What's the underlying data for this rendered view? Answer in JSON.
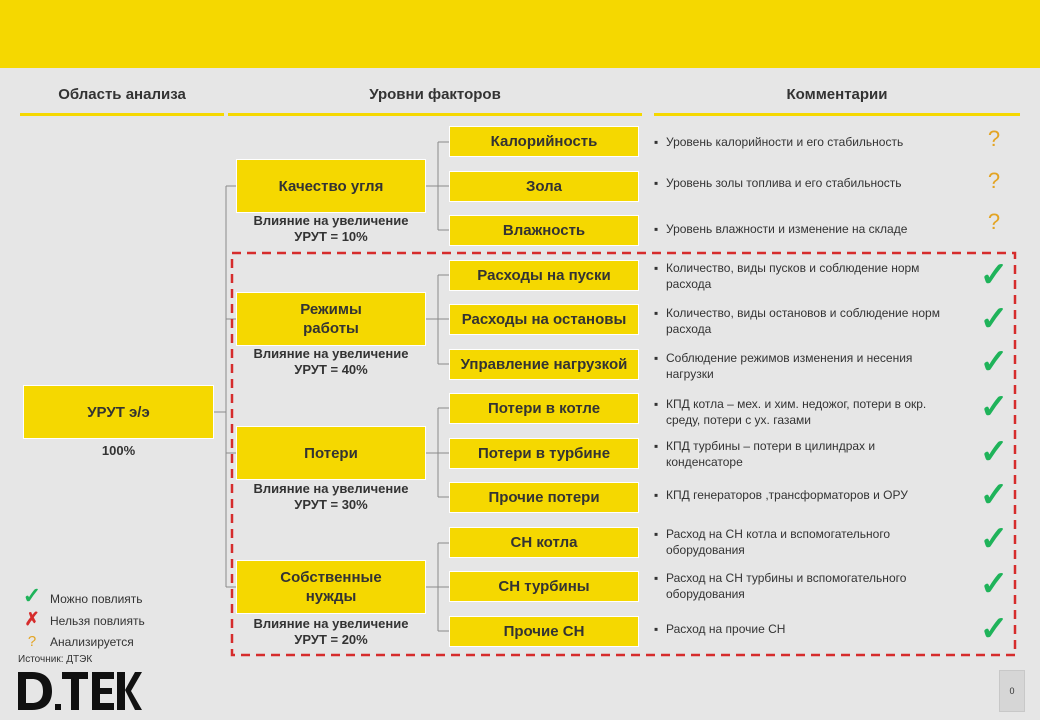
{
  "headers": {
    "area": "Область анализа",
    "levels": "Уровни факторов",
    "comments": "Комментарии"
  },
  "root": {
    "label": "УРУТ э/э",
    "percent": "100%"
  },
  "groups": [
    {
      "label": "Качество угля",
      "impact": "Влияние на увеличение\nУРУТ = 10%"
    },
    {
      "label": "Режимы работы",
      "impact": "Влияние на увеличение\nУРУТ = 40%"
    },
    {
      "label": "Потери",
      "impact": "Влияние на увеличение\nУРУТ = 30%"
    },
    {
      "label": "Собственные нужды",
      "impact": "Влияние на увеличение\nУРУТ = 20%"
    }
  ],
  "factors": [
    {
      "label": "Калорийность",
      "comment": "Уровень калорийности  и его стабильность",
      "status": "?"
    },
    {
      "label": "Зола",
      "comment": "Уровень золы топлива  и его стабильность",
      "status": "?"
    },
    {
      "label": "Влажность",
      "comment": "Уровень влажности  и изменение  на складе",
      "status": "?"
    },
    {
      "label": "Расходы на пуски",
      "comment": "Количество,  виды пусков и соблюдение норм расхода",
      "status": "✓"
    },
    {
      "label": "Расходы на остановы",
      "comment": "Количество,  виды остановов  и соблюдение норм расхода",
      "status": "✓"
    },
    {
      "label": "Управление нагрузкой",
      "comment": "Соблюдение  режимов изменения  и несения нагрузки",
      "status": "✓"
    },
    {
      "label": "Потери в котле",
      "comment": "КПД котла – мех. и хим. недожог, потери  в окр. среду, потери  с ух. газами",
      "status": "✓"
    },
    {
      "label": "Потери в турбине",
      "comment": "КПД турбины  – потери  в цилиндрах  и конденсаторе",
      "status": "✓"
    },
    {
      "label": "Прочие потери",
      "comment": "КПД генераторов  ,трансформаторов  и ОРУ",
      "status": "✓"
    },
    {
      "label": "СН котла",
      "comment": "Расход на СН котла  и вспомогательного оборудования",
      "status": "✓"
    },
    {
      "label": "СН турбины",
      "comment": "Расход на СН турбины  и вспомогательного оборудования",
      "status": "✓"
    },
    {
      "label": "Прочие СН",
      "comment": "Расход на прочие  СН",
      "status": "✓"
    }
  ],
  "legend": [
    {
      "symbol": "✓",
      "text": "Можно повлиять"
    },
    {
      "symbol": "✗",
      "text": "Нельзя повлиять"
    },
    {
      "symbol": "?",
      "text": "Анализируется"
    }
  ],
  "source": "Источник: ДТЭК",
  "page_number": "0",
  "logo_text": "DTEK",
  "colors": {
    "accent": "#f5d800",
    "check": "#1fb35a",
    "cross": "#d62c2c",
    "question": "#e3a423",
    "dash": "#d62c2c"
  }
}
